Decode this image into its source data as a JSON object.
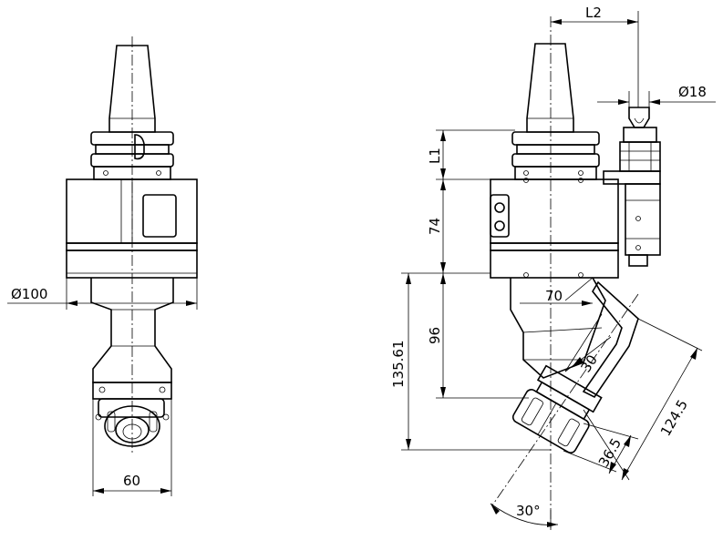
{
  "dimensions": {
    "diameter_100": "Ø100",
    "width_60": "60",
    "l2": "L2",
    "diameter_18": "Ø18",
    "l1": "L1",
    "height_74": "74",
    "height_96": "96",
    "height_135": "135.61",
    "offset_70": "70",
    "length_30": "30",
    "length_124": "124.5",
    "length_36": "36.5",
    "angle_30": "30°"
  }
}
